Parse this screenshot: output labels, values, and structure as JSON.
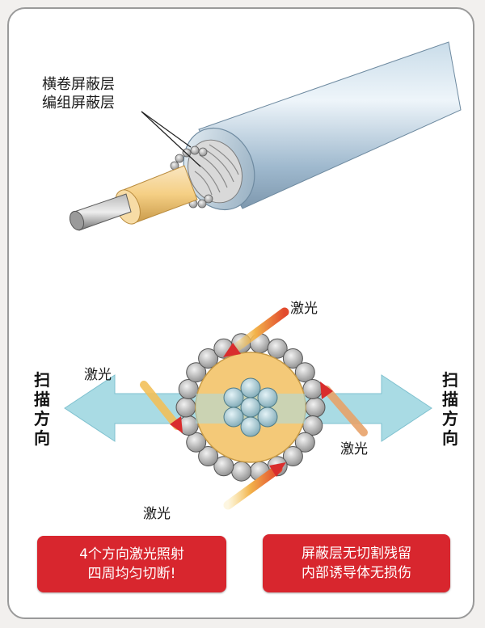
{
  "callout": {
    "line1": "横卷屏蔽层",
    "line2": "编组屏蔽层"
  },
  "laser_labels": {
    "top": "激光",
    "left": "激光",
    "right": "激光",
    "bottom": "激光"
  },
  "scan_direction": {
    "left": "扫描方向",
    "right": "扫描方向"
  },
  "info_boxes": {
    "left": "4个方向激光照射\n四周均匀切断!",
    "right": "屏蔽层无切割残留\n内部诱导体无损伤"
  },
  "colors": {
    "box_red": "#d8262e",
    "arrow_blue": "#a9dbe4",
    "insulation_yellow": "#f0c46a",
    "laser_red": "#d92d2d"
  }
}
